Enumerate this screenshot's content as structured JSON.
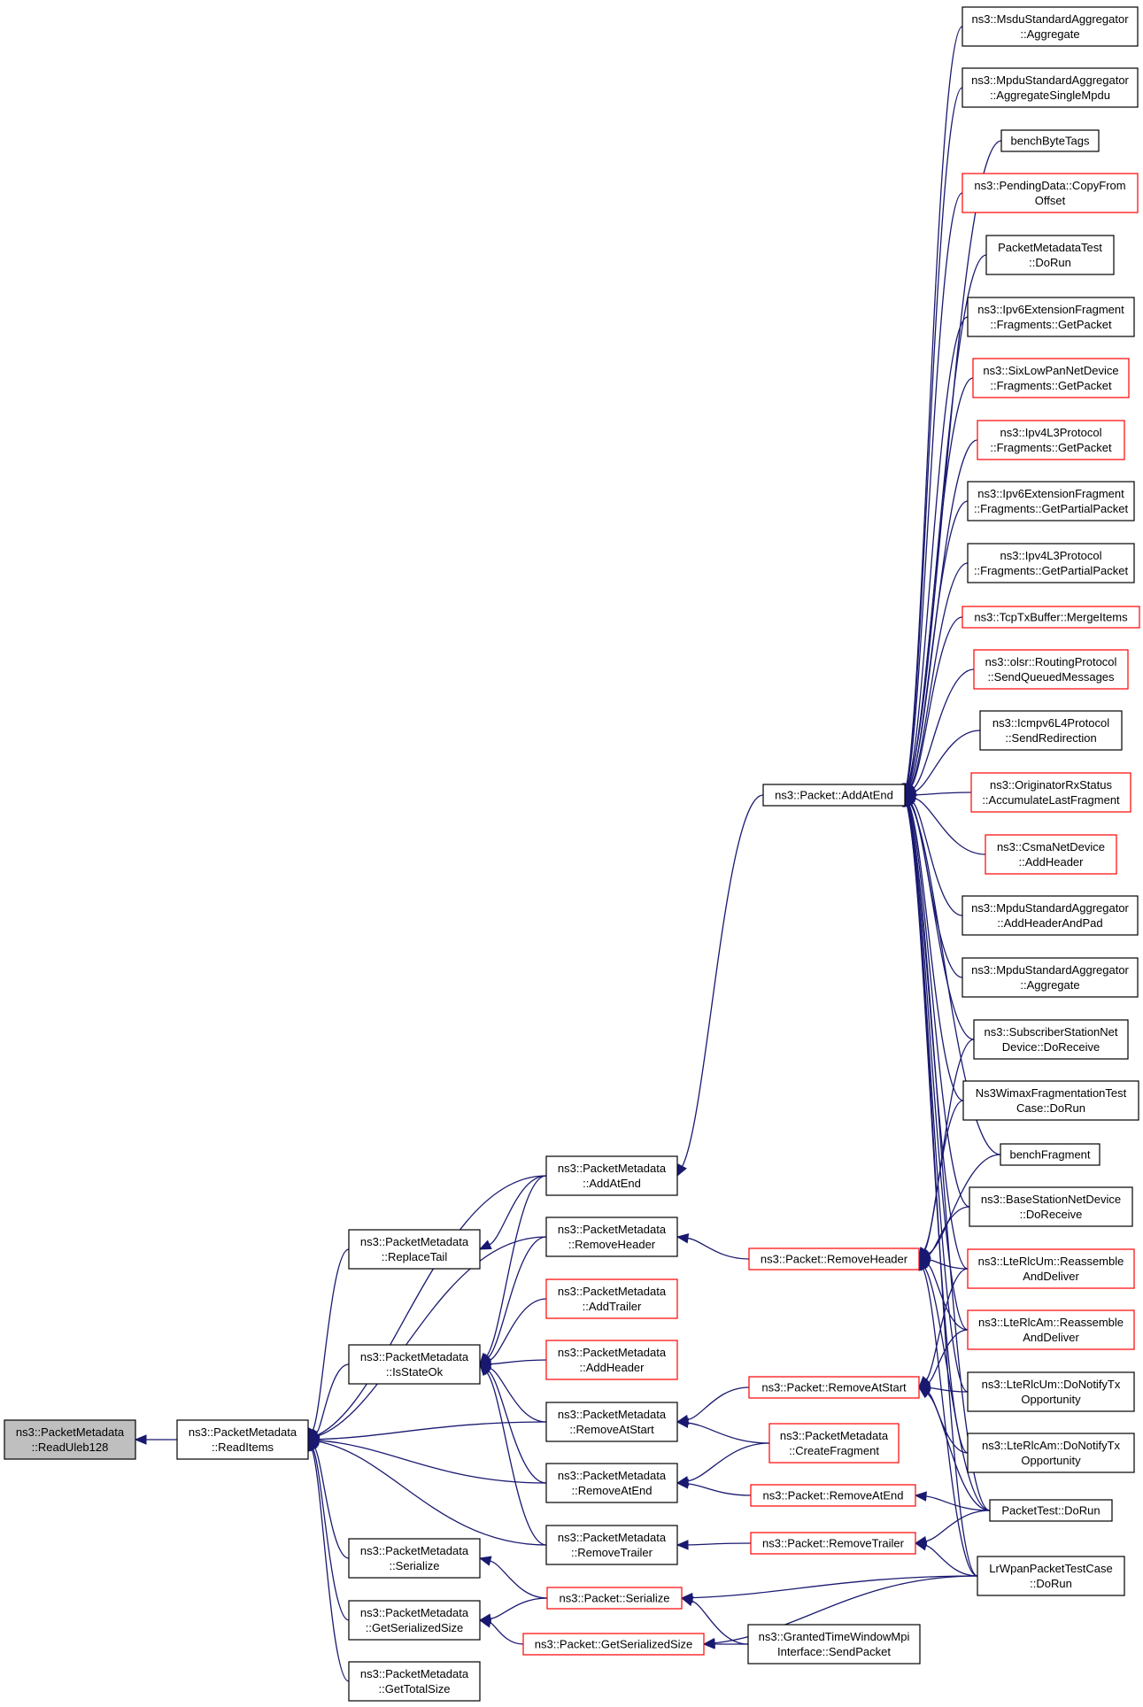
{
  "nodes": [
    {
      "id": "readuleb",
      "lines": [
        "ns3::PacketMetadata",
        "::ReadUleb128"
      ],
      "style": "gray"
    },
    {
      "id": "readitems",
      "lines": [
        "ns3::PacketMetadata",
        "::ReadItems"
      ],
      "style": "normal"
    },
    {
      "id": "replacetail",
      "lines": [
        "ns3::PacketMetadata",
        "::ReplaceTail"
      ],
      "style": "normal"
    },
    {
      "id": "isstateok",
      "lines": [
        "ns3::PacketMetadata",
        "::IsStateOk"
      ],
      "style": "normal"
    },
    {
      "id": "pm_serialize",
      "lines": [
        "ns3::PacketMetadata",
        "::Serialize"
      ],
      "style": "normal"
    },
    {
      "id": "pm_getsersize",
      "lines": [
        "ns3::PacketMetadata",
        "::GetSerializedSize"
      ],
      "style": "normal"
    },
    {
      "id": "pm_gettotalsize",
      "lines": [
        "ns3::PacketMetadata",
        "::GetTotalSize"
      ],
      "style": "normal"
    },
    {
      "id": "pm_addatend",
      "lines": [
        "ns3::PacketMetadata",
        "::AddAtEnd"
      ],
      "style": "normal"
    },
    {
      "id": "pm_removeheader",
      "lines": [
        "ns3::PacketMetadata",
        "::RemoveHeader"
      ],
      "style": "normal"
    },
    {
      "id": "pm_addtrailer",
      "lines": [
        "ns3::PacketMetadata",
        "::AddTrailer"
      ],
      "style": "red"
    },
    {
      "id": "pm_addheader",
      "lines": [
        "ns3::PacketMetadata",
        "::AddHeader"
      ],
      "style": "red"
    },
    {
      "id": "pm_removeatstart",
      "lines": [
        "ns3::PacketMetadata",
        "::RemoveAtStart"
      ],
      "style": "normal"
    },
    {
      "id": "pm_removeatend",
      "lines": [
        "ns3::PacketMetadata",
        "::RemoveAtEnd"
      ],
      "style": "normal"
    },
    {
      "id": "pm_removetrailer",
      "lines": [
        "ns3::PacketMetadata",
        "::RemoveTrailer"
      ],
      "style": "normal"
    },
    {
      "id": "p_serialize",
      "lines": [
        "ns3::Packet::Serialize"
      ],
      "style": "red"
    },
    {
      "id": "p_getsersize",
      "lines": [
        "ns3::Packet::GetSerializedSize"
      ],
      "style": "red"
    },
    {
      "id": "p_addatend",
      "lines": [
        "ns3::Packet::AddAtEnd"
      ],
      "style": "normal"
    },
    {
      "id": "p_removeheader",
      "lines": [
        "ns3::Packet::RemoveHeader"
      ],
      "style": "red"
    },
    {
      "id": "p_removeatstart",
      "lines": [
        "ns3::Packet::RemoveAtStart"
      ],
      "style": "red"
    },
    {
      "id": "pm_createfragment",
      "lines": [
        "ns3::PacketMetadata",
        "::CreateFragment"
      ],
      "style": "red"
    },
    {
      "id": "p_removeatend",
      "lines": [
        "ns3::Packet::RemoveAtEnd"
      ],
      "style": "red"
    },
    {
      "id": "p_removetrailer",
      "lines": [
        "ns3::Packet::RemoveTrailer"
      ],
      "style": "red"
    },
    {
      "id": "grantedtw",
      "lines": [
        "ns3::GrantedTimeWindowMpi",
        "Interface::SendPacket"
      ],
      "style": "normal"
    },
    {
      "id": "msdu_agg",
      "lines": [
        "ns3::MsduStandardAggregator",
        "::Aggregate"
      ],
      "style": "normal"
    },
    {
      "id": "mpdu_aggsingle",
      "lines": [
        "ns3::MpduStandardAggregator",
        "::AggregateSingleMpdu"
      ],
      "style": "normal"
    },
    {
      "id": "benchbytetags",
      "lines": [
        "benchByteTags"
      ],
      "style": "normal"
    },
    {
      "id": "pendingdata",
      "lines": [
        "ns3::PendingData::CopyFrom",
        "Offset"
      ],
      "style": "red"
    },
    {
      "id": "pmtest",
      "lines": [
        "PacketMetadataTest",
        "::DoRun"
      ],
      "style": "normal"
    },
    {
      "id": "ipv6ext_getpacket",
      "lines": [
        "ns3::Ipv6ExtensionFragment",
        "::Fragments::GetPacket"
      ],
      "style": "normal"
    },
    {
      "id": "sixlowpan",
      "lines": [
        "ns3::SixLowPanNetDevice",
        "::Fragments::GetPacket"
      ],
      "style": "red"
    },
    {
      "id": "ipv4l3_getpacket",
      "lines": [
        "ns3::Ipv4L3Protocol",
        "::Fragments::GetPacket"
      ],
      "style": "red"
    },
    {
      "id": "ipv6ext_getpartial",
      "lines": [
        "ns3::Ipv6ExtensionFragment",
        "::Fragments::GetPartialPacket"
      ],
      "style": "normal"
    },
    {
      "id": "ipv4l3_getpartial",
      "lines": [
        "ns3::Ipv4L3Protocol",
        "::Fragments::GetPartialPacket"
      ],
      "style": "normal"
    },
    {
      "id": "tcptxbuffer",
      "lines": [
        "ns3::TcpTxBuffer::MergeItems"
      ],
      "style": "red"
    },
    {
      "id": "olsr",
      "lines": [
        "ns3::olsr::RoutingProtocol",
        "::SendQueuedMessages"
      ],
      "style": "red"
    },
    {
      "id": "icmpv6",
      "lines": [
        "ns3::Icmpv6L4Protocol",
        "::SendRedirection"
      ],
      "style": "normal"
    },
    {
      "id": "originatorrx",
      "lines": [
        "ns3::OriginatorRxStatus",
        "::AccumulateLastFragment"
      ],
      "style": "red"
    },
    {
      "id": "csma",
      "lines": [
        "ns3::CsmaNetDevice",
        "::AddHeader"
      ],
      "style": "red"
    },
    {
      "id": "mpdu_addhdrpad",
      "lines": [
        "ns3::MpduStandardAggregator",
        "::AddHeaderAndPad"
      ],
      "style": "normal"
    },
    {
      "id": "mpdu_agg",
      "lines": [
        "ns3::MpduStandardAggregator",
        "::Aggregate"
      ],
      "style": "normal"
    },
    {
      "id": "subscriber",
      "lines": [
        "ns3::SubscriberStationNet",
        "Device::DoReceive"
      ],
      "style": "normal"
    },
    {
      "id": "wimaxfrag",
      "lines": [
        "Ns3WimaxFragmentationTest",
        "Case::DoRun"
      ],
      "style": "normal"
    },
    {
      "id": "benchfragment",
      "lines": [
        "benchFragment"
      ],
      "style": "normal"
    },
    {
      "id": "basestation",
      "lines": [
        "ns3::BaseStationNetDevice",
        "::DoReceive"
      ],
      "style": "normal"
    },
    {
      "id": "lterlcum_reasm",
      "lines": [
        "ns3::LteRlcUm::Reassemble",
        "AndDeliver"
      ],
      "style": "red"
    },
    {
      "id": "lterlcam_reasm",
      "lines": [
        "ns3::LteRlcAm::Reassemble",
        "AndDeliver"
      ],
      "style": "red"
    },
    {
      "id": "lterlcum_notify",
      "lines": [
        "ns3::LteRlcUm::DoNotifyTx",
        "Opportunity"
      ],
      "style": "normal"
    },
    {
      "id": "lterlcam_notify",
      "lines": [
        "ns3::LteRlcAm::DoNotifyTx",
        "Opportunity"
      ],
      "style": "normal"
    },
    {
      "id": "packettest",
      "lines": [
        "PacketTest::DoRun"
      ],
      "style": "normal"
    },
    {
      "id": "lrwpan",
      "lines": [
        "LrWpanPacketTestCase",
        "::DoRun"
      ],
      "style": "normal"
    }
  ],
  "edges": [
    [
      "readitems",
      "readuleb"
    ],
    [
      "replacetail",
      "readitems"
    ],
    [
      "isstateok",
      "readitems"
    ],
    [
      "pm_serialize",
      "readitems"
    ],
    [
      "pm_getsersize",
      "readitems"
    ],
    [
      "pm_gettotalsize",
      "readitems"
    ],
    [
      "pm_addatend",
      "readitems"
    ],
    [
      "pm_removeheader",
      "readitems"
    ],
    [
      "pm_removeatstart",
      "readitems"
    ],
    [
      "pm_removeatend",
      "readitems"
    ],
    [
      "pm_removetrailer",
      "readitems"
    ],
    [
      "pm_addatend",
      "replacetail"
    ],
    [
      "pm_addatend",
      "isstateok"
    ],
    [
      "pm_removeheader",
      "isstateok"
    ],
    [
      "pm_addtrailer",
      "isstateok"
    ],
    [
      "pm_addheader",
      "isstateok"
    ],
    [
      "pm_removeatstart",
      "isstateok"
    ],
    [
      "pm_removeatend",
      "isstateok"
    ],
    [
      "pm_removetrailer",
      "isstateok"
    ],
    [
      "p_serialize",
      "pm_serialize"
    ],
    [
      "p_serialize",
      "pm_getsersize"
    ],
    [
      "p_getsersize",
      "pm_getsersize"
    ],
    [
      "p_addatend",
      "pm_addatend"
    ],
    [
      "p_removeheader",
      "pm_removeheader"
    ],
    [
      "p_removeatstart",
      "pm_removeatstart"
    ],
    [
      "pm_createfragment",
      "pm_removeatstart"
    ],
    [
      "pm_createfragment",
      "pm_removeatend"
    ],
    [
      "p_removeatend",
      "pm_removeatend"
    ],
    [
      "p_removetrailer",
      "pm_removetrailer"
    ],
    [
      "grantedtw",
      "p_serialize"
    ],
    [
      "lrwpan",
      "p_serialize"
    ],
    [
      "grantedtw",
      "p_getsersize"
    ],
    [
      "lrwpan",
      "p_getsersize"
    ],
    [
      "msdu_agg",
      "p_addatend"
    ],
    [
      "mpdu_aggsingle",
      "p_addatend"
    ],
    [
      "benchbytetags",
      "p_addatend"
    ],
    [
      "pendingdata",
      "p_addatend"
    ],
    [
      "pmtest",
      "p_addatend"
    ],
    [
      "ipv6ext_getpacket",
      "p_addatend"
    ],
    [
      "sixlowpan",
      "p_addatend"
    ],
    [
      "ipv4l3_getpacket",
      "p_addatend"
    ],
    [
      "ipv6ext_getpartial",
      "p_addatend"
    ],
    [
      "ipv4l3_getpartial",
      "p_addatend"
    ],
    [
      "tcptxbuffer",
      "p_addatend"
    ],
    [
      "olsr",
      "p_addatend"
    ],
    [
      "icmpv6",
      "p_addatend"
    ],
    [
      "originatorrx",
      "p_addatend"
    ],
    [
      "csma",
      "p_addatend"
    ],
    [
      "mpdu_addhdrpad",
      "p_addatend"
    ],
    [
      "mpdu_agg",
      "p_addatend"
    ],
    [
      "subscriber",
      "p_addatend"
    ],
    [
      "wimaxfrag",
      "p_addatend"
    ],
    [
      "benchfragment",
      "p_addatend"
    ],
    [
      "basestation",
      "p_addatend"
    ],
    [
      "lterlcum_reasm",
      "p_addatend"
    ],
    [
      "lterlcam_reasm",
      "p_addatend"
    ],
    [
      "lterlcum_notify",
      "p_addatend"
    ],
    [
      "lterlcam_notify",
      "p_addatend"
    ],
    [
      "packettest",
      "p_addatend"
    ],
    [
      "lrwpan",
      "p_addatend"
    ],
    [
      "subscriber",
      "p_removeheader"
    ],
    [
      "wimaxfrag",
      "p_removeheader"
    ],
    [
      "benchfragment",
      "p_removeheader"
    ],
    [
      "basestation",
      "p_removeheader"
    ],
    [
      "lterlcum_reasm",
      "p_removeheader"
    ],
    [
      "lterlcam_reasm",
      "p_removeheader"
    ],
    [
      "packettest",
      "p_removeheader"
    ],
    [
      "lrwpan",
      "p_removeheader"
    ],
    [
      "lterlcum_reasm",
      "p_removeatstart"
    ],
    [
      "lterlcam_reasm",
      "p_removeatstart"
    ],
    [
      "lterlcum_notify",
      "p_removeatstart"
    ],
    [
      "lterlcam_notify",
      "p_removeatstart"
    ],
    [
      "packettest",
      "p_removeatstart"
    ],
    [
      "packettest",
      "p_removeatend"
    ],
    [
      "packettest",
      "p_removetrailer"
    ],
    [
      "lrwpan",
      "p_removetrailer"
    ]
  ]
}
